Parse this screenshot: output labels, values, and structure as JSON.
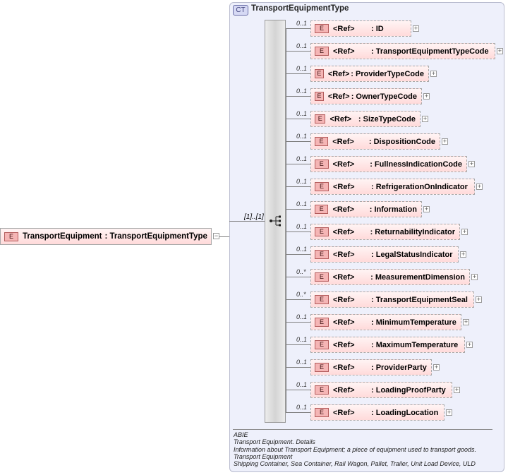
{
  "root_element": {
    "badge": "E",
    "name": "TransportEquipment",
    "type": ": TransportEquipmentType"
  },
  "complex_type": {
    "badge": "CT",
    "name": "TransportEquipmentType"
  },
  "sequence": {
    "occurrence": "[1]..[1]"
  },
  "children": [
    {
      "occurrence": "0..1",
      "badge": "E",
      "ref": "<Ref>",
      "name": ": ID"
    },
    {
      "occurrence": "0..1",
      "badge": "E",
      "ref": "<Ref>",
      "name": ": TransportEquipmentTypeCode"
    },
    {
      "occurrence": "0..1",
      "badge": "E",
      "ref": "<Ref>",
      "name": ": ProviderTypeCode"
    },
    {
      "occurrence": "0..1",
      "badge": "E",
      "ref": "<Ref>",
      "name": ": OwnerTypeCode"
    },
    {
      "occurrence": "0..1",
      "badge": "E",
      "ref": "<Ref>",
      "name": ": SizeTypeCode"
    },
    {
      "occurrence": "0..1",
      "badge": "E",
      "ref": "<Ref>",
      "name": ": DispositionCode"
    },
    {
      "occurrence": "0..1",
      "badge": "E",
      "ref": "<Ref>",
      "name": ": FullnessIndicationCode"
    },
    {
      "occurrence": "0..1",
      "badge": "E",
      "ref": "<Ref>",
      "name": ": RefrigerationOnIndicator"
    },
    {
      "occurrence": "0..1",
      "badge": "E",
      "ref": "<Ref>",
      "name": ": Information"
    },
    {
      "occurrence": "0..1",
      "badge": "E",
      "ref": "<Ref>",
      "name": ": ReturnabilityIndicator"
    },
    {
      "occurrence": "0..1",
      "badge": "E",
      "ref": "<Ref>",
      "name": ": LegalStatusIndicator"
    },
    {
      "occurrence": "0..*",
      "badge": "E",
      "ref": "<Ref>",
      "name": ": MeasurementDimension"
    },
    {
      "occurrence": "0..*",
      "badge": "E",
      "ref": "<Ref>",
      "name": ": TransportEquipmentSeal"
    },
    {
      "occurrence": "0..1",
      "badge": "E",
      "ref": "<Ref>",
      "name": ": MinimumTemperature"
    },
    {
      "occurrence": "0..1",
      "badge": "E",
      "ref": "<Ref>",
      "name": ": MaximumTemperature"
    },
    {
      "occurrence": "0..1",
      "badge": "E",
      "ref": "<Ref>",
      "name": ": ProviderParty"
    },
    {
      "occurrence": "0..1",
      "badge": "E",
      "ref": "<Ref>",
      "name": ": LoadingProofParty"
    },
    {
      "occurrence": "0..1",
      "badge": "E",
      "ref": "<Ref>",
      "name": ": LoadingLocation"
    }
  ],
  "annotation": [
    "ABIE",
    "Transport Equipment. Details",
    "Information about Transport Equipment; a piece of equipment used to transport goods.",
    "Transport Equipment",
    "Shipping Container, Sea Container, Rail Wagon, Pallet, Trailer, Unit Load Device, ULD"
  ]
}
